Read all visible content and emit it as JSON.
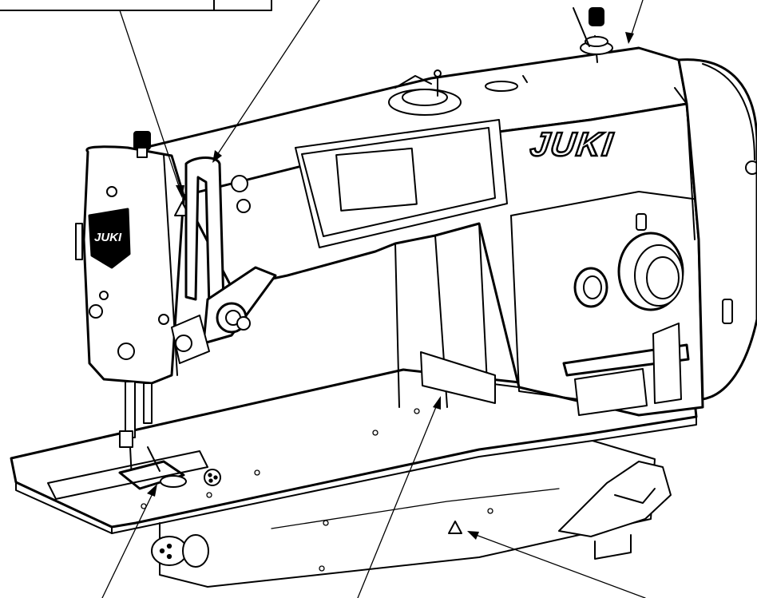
{
  "machine": {
    "head_brand": "JUKI",
    "face_plate_brand": "JUKI"
  },
  "callouts": [
    {
      "id": "top-left-box",
      "marker": ""
    },
    {
      "id": "thread-take-up-cover",
      "marker": ""
    },
    {
      "id": "face-plate-warning",
      "marker": "triangle"
    },
    {
      "id": "top-cover",
      "marker": ""
    },
    {
      "id": "needle-plate",
      "marker": ""
    },
    {
      "id": "arm-label-plate",
      "marker": ""
    },
    {
      "id": "bed-warning",
      "marker": "triangle"
    }
  ]
}
